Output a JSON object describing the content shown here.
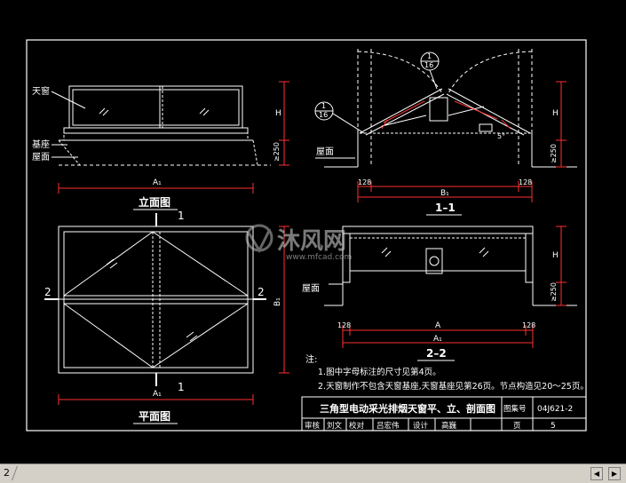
{
  "drawing": {
    "elevation": {
      "label_skylight": "天窗",
      "label_base": "基座",
      "label_roof": "屋面",
      "dim_h": "H",
      "dim_250": "≥250",
      "dim_a1": "A₁",
      "view_title": "立面图"
    },
    "section11": {
      "callout_top_num": "1",
      "callout_top_den": "16",
      "callout_left_num": "1",
      "callout_left_den": "16",
      "label_roof": "屋面",
      "dim_h": "H",
      "dim_250": "≥250",
      "dim_128_left": "128",
      "dim_b1": "B₁",
      "dim_128_right": "128",
      "angle_mark": "5°",
      "view_title": "1–1"
    },
    "plan": {
      "cut_top": "1",
      "cut_bottom": "1",
      "cut_left": "2",
      "cut_right": "2",
      "dim_b1": "B₁",
      "dim_a1": "A₁",
      "view_title": "平面图"
    },
    "section22": {
      "label_roof": "屋面",
      "dim_h": "H",
      "dim_250": "≥250",
      "dim_128_left": "128",
      "dim_a": "A",
      "dim_128_right": "128",
      "dim_a1": "A₁",
      "view_title": "2–2"
    },
    "notes": {
      "heading": "注:",
      "line1": "1.图中字母标注的尺寸见第4页。",
      "line2": "2.天窗制作不包含天窗基座,天窗基座见第26页。节点构造见20～25页。"
    },
    "title_block": {
      "title": "三角型电动采光排烟天窗平、立、剖面图",
      "atlas_label": "图集号",
      "atlas_value": "04J621-2",
      "review_label": "审核",
      "review_name": "刘文",
      "check_label": "校对",
      "check_name": "吕宏伟",
      "design_label": "设计",
      "design_name": "高巍",
      "page_label": "页",
      "page_value": "5"
    },
    "watermark": {
      "brand": "沐风网",
      "url": "www.mfcad.com"
    }
  },
  "tabs": {
    "tab1": "2",
    "tab2": ""
  },
  "colors": {
    "background": "#000000",
    "line": "#ffffff",
    "dimension": "#ff3030",
    "text": "#ffffff"
  }
}
